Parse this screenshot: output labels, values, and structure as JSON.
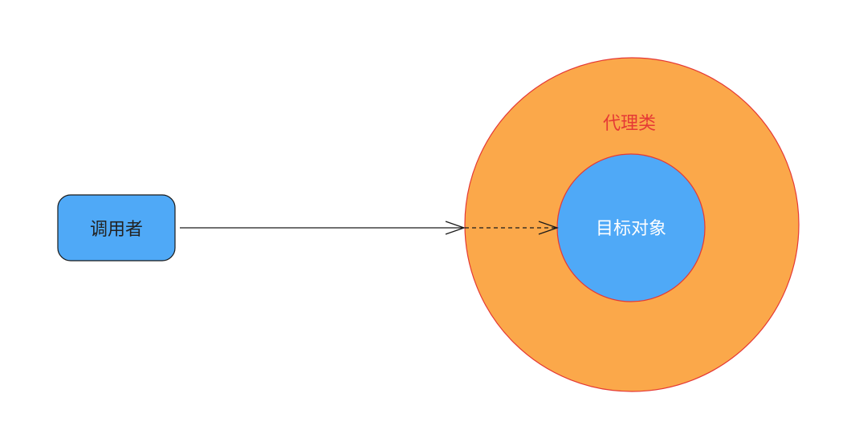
{
  "caller": {
    "label": "调用者",
    "fill": "#4FA9F7",
    "stroke": "#1a1a1a"
  },
  "proxy": {
    "label": "代理类",
    "fill": "#FBA84A",
    "stroke": "#E53935",
    "label_color": "#E53935"
  },
  "target": {
    "label": "目标对象",
    "fill": "#4FA9F7",
    "stroke": "#E53935"
  },
  "connectors": {
    "call_line": {
      "style": "solid",
      "color": "#1a1a1a",
      "arrowhead": "open"
    },
    "delegate_line": {
      "style": "dashed",
      "color": "#1a1a1a",
      "arrowhead": "open"
    }
  }
}
